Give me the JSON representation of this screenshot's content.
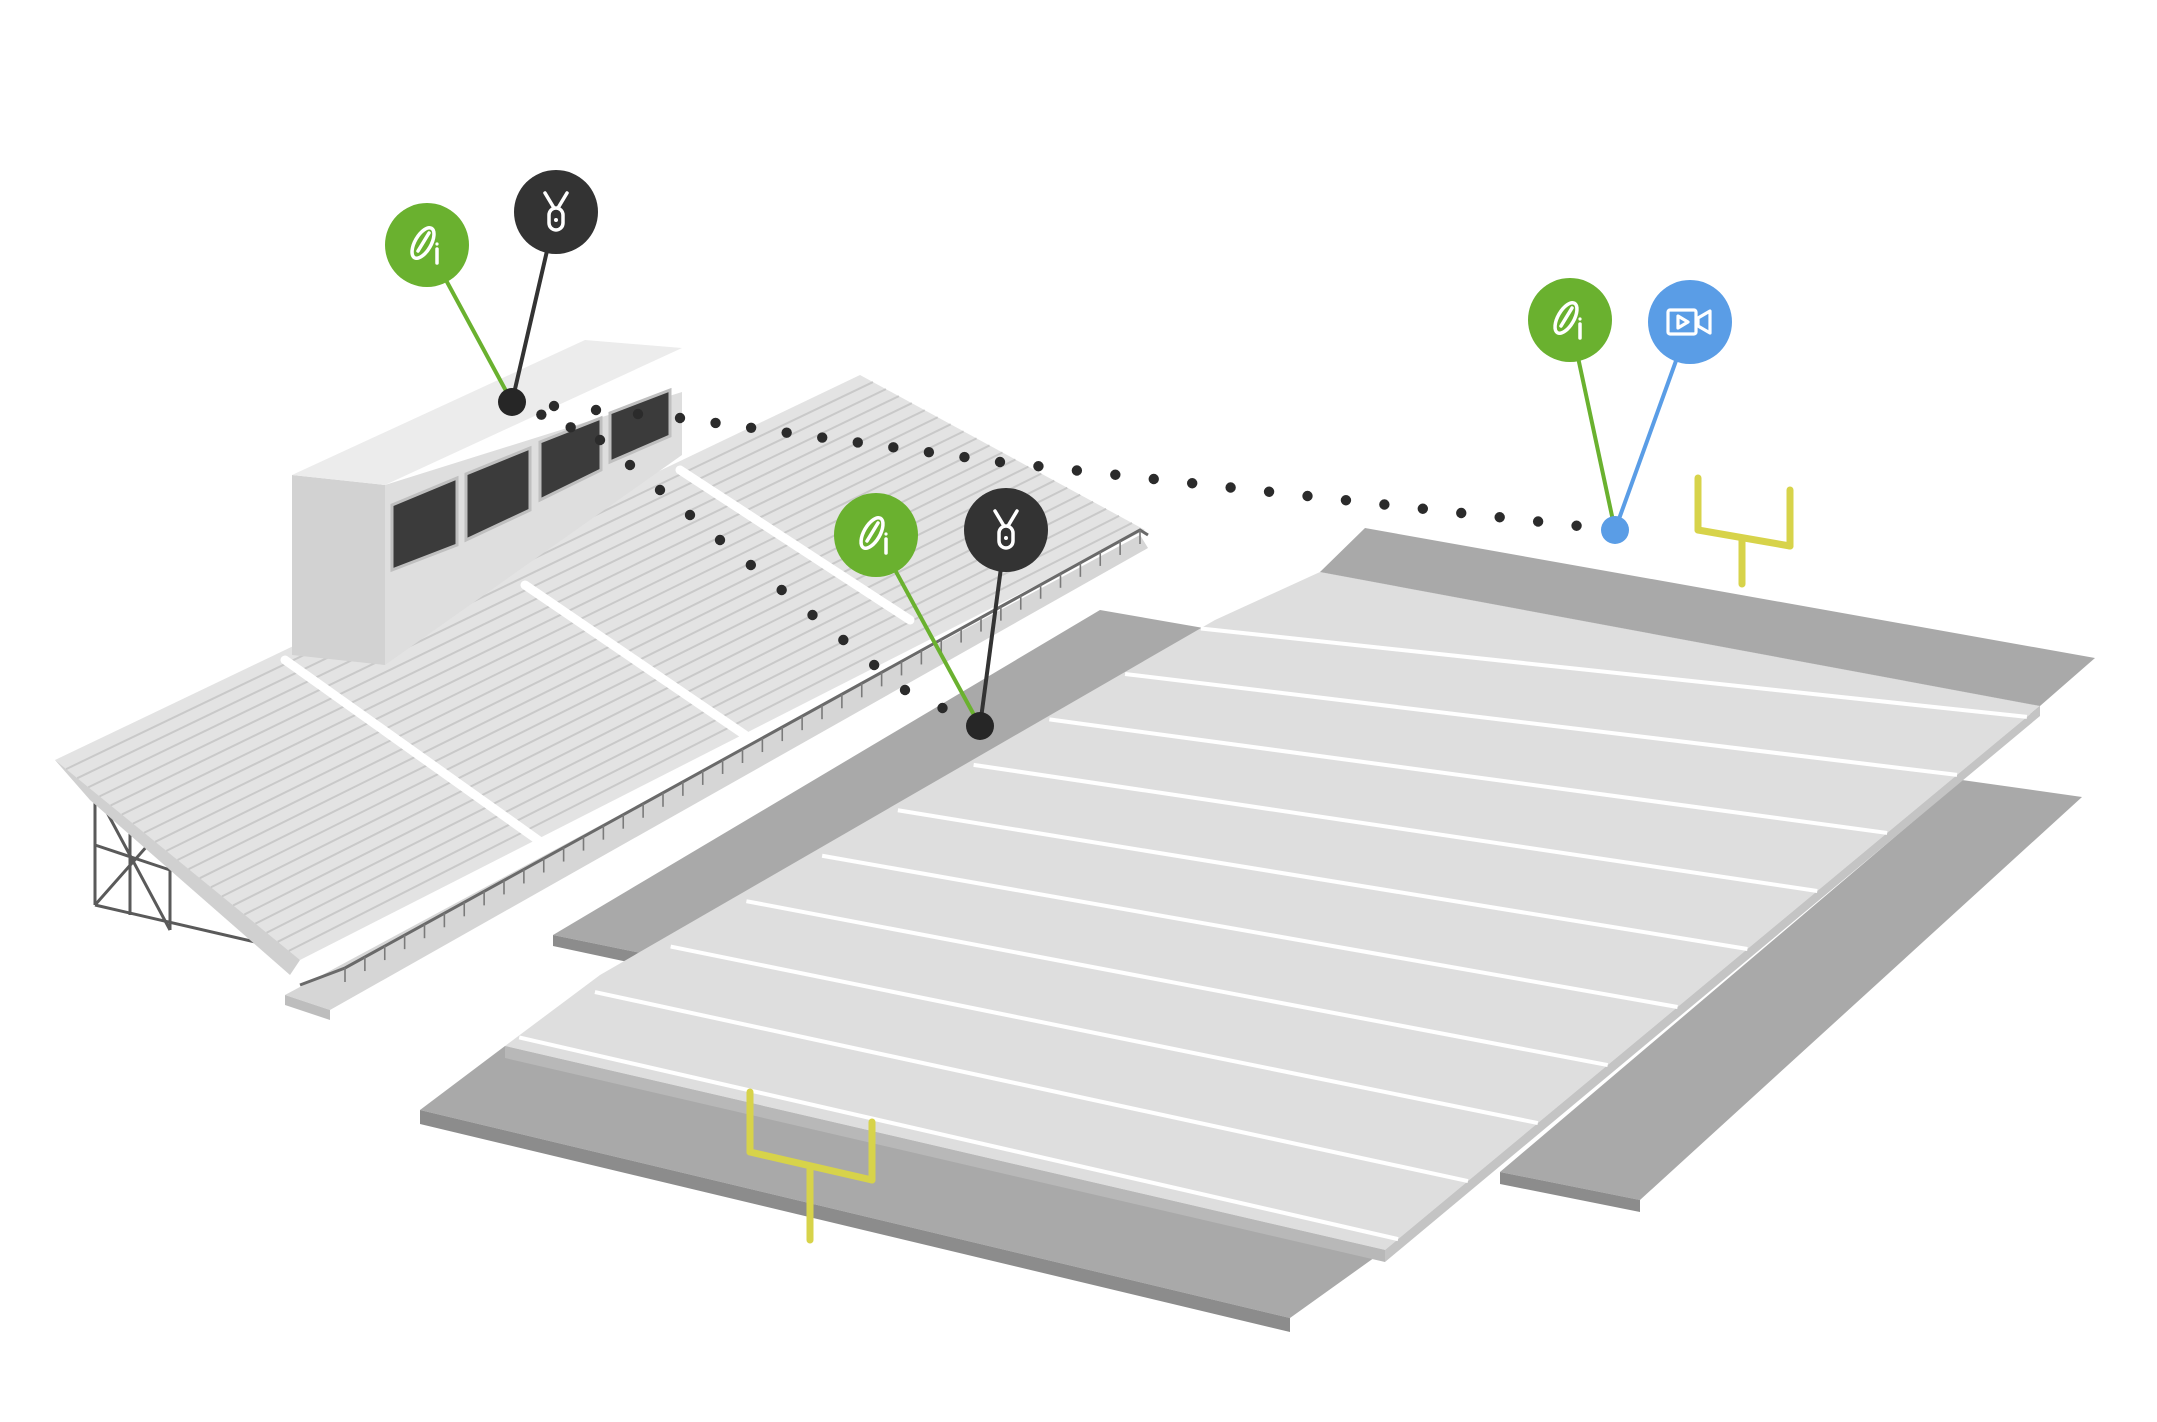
{
  "scene": {
    "type": "stadium-network-diagram",
    "colors": {
      "background": "#ffffff",
      "field_light": "#dcdcdc",
      "field_dark": "#a9a9a9",
      "field_edge": "#8c8c8c",
      "yard_line": "#ffffff",
      "goalpost": "#d7d34a",
      "bleacher_light": "#e6e6e6",
      "bleacher_dark": "#c9c9c9",
      "pressbox": "#d9d9d9",
      "window": "#3a3a3a",
      "link_dots": "#2b2b2b",
      "green_node": "#6ab12f",
      "dark_node": "#333333",
      "blue_node": "#5a9de6"
    }
  },
  "nodes": [
    {
      "id": "pressbox-wireless",
      "icon": "wireless-dish-icon",
      "color": "green",
      "anchor": "pressbox"
    },
    {
      "id": "pressbox-antenna",
      "icon": "antenna-icon",
      "color": "dark",
      "anchor": "pressbox"
    },
    {
      "id": "sideline-wireless",
      "icon": "wireless-dish-icon",
      "color": "green",
      "anchor": "sideline"
    },
    {
      "id": "sideline-antenna",
      "icon": "antenna-icon",
      "color": "dark",
      "anchor": "sideline"
    },
    {
      "id": "endzone-wireless",
      "icon": "wireless-dish-icon",
      "color": "green",
      "anchor": "endzone"
    },
    {
      "id": "endzone-camera",
      "icon": "video-camera-icon",
      "color": "blue",
      "anchor": "endzone"
    }
  ],
  "links": [
    {
      "from": "pressbox",
      "to": "endzone",
      "style": "dotted"
    },
    {
      "from": "pressbox",
      "to": "sideline",
      "style": "dotted"
    }
  ]
}
